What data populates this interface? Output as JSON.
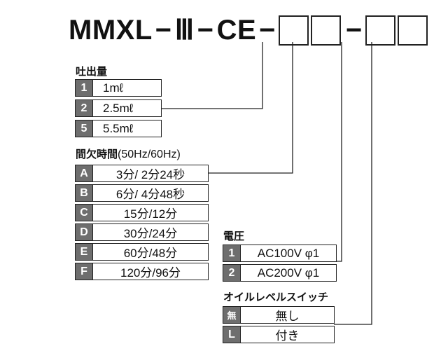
{
  "model": {
    "part1": "MMXL",
    "part2": "Ⅲ",
    "part3": "CE",
    "dash": "−"
  },
  "sections": {
    "discharge": {
      "title": "吐出量",
      "rows": [
        {
          "code": "1",
          "value": "1mℓ"
        },
        {
          "code": "2",
          "value": "2.5mℓ"
        },
        {
          "code": "5",
          "value": "5.5mℓ"
        }
      ]
    },
    "interval": {
      "title": "間欠時間",
      "subtitle": "(50Hz/60Hz)",
      "rows": [
        {
          "code": "A",
          "value": "3分/ 2分24秒"
        },
        {
          "code": "B",
          "value": "6分/ 4分48秒"
        },
        {
          "code": "C",
          "value": "15分/12分"
        },
        {
          "code": "D",
          "value": "30分/24分"
        },
        {
          "code": "E",
          "value": "60分/48分"
        },
        {
          "code": "F",
          "value": "120分/96分"
        }
      ]
    },
    "voltage": {
      "title": "電圧",
      "rows": [
        {
          "code": "1",
          "value": "AC100V φ1"
        },
        {
          "code": "2",
          "value": "AC200V φ1"
        }
      ]
    },
    "oil_switch": {
      "title": "オイルレベルスイッチ",
      "rows": [
        {
          "code": "無",
          "value": "無し"
        },
        {
          "code": "L",
          "value": "付き"
        }
      ]
    }
  },
  "colors": {
    "code_bg": "#6e6e6e",
    "line": "#222222"
  }
}
